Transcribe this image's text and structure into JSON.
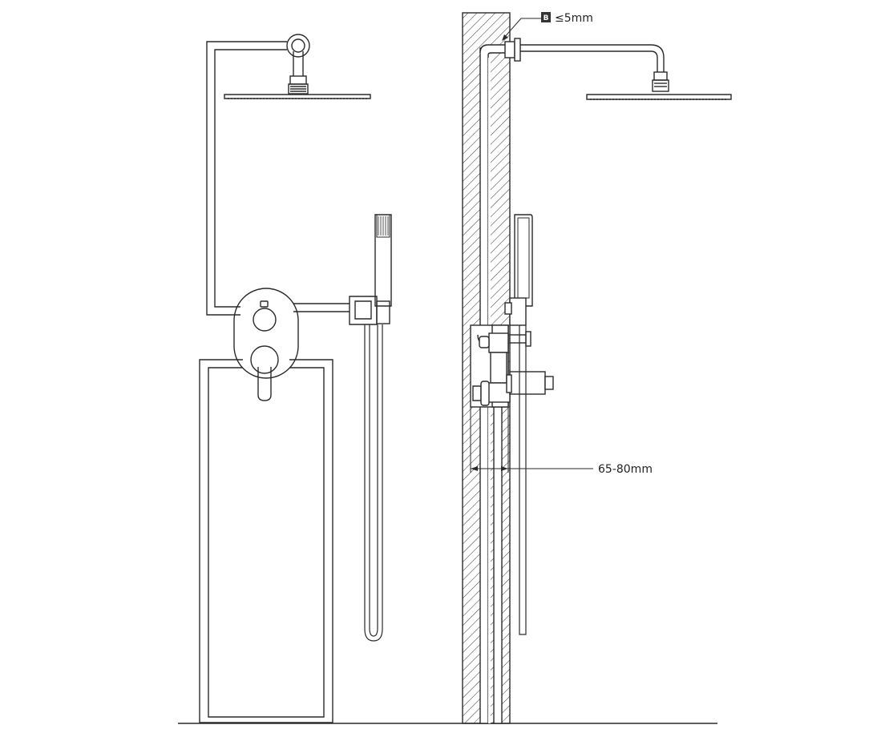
{
  "annotations": {
    "badge_letter": "B",
    "gap_label": "≤5mm",
    "wall_depth_label": "65-80mm"
  },
  "colors": {
    "line": "#2a2a2a",
    "hatch": "#444444",
    "badge": "#333333",
    "background": "#ffffff"
  }
}
